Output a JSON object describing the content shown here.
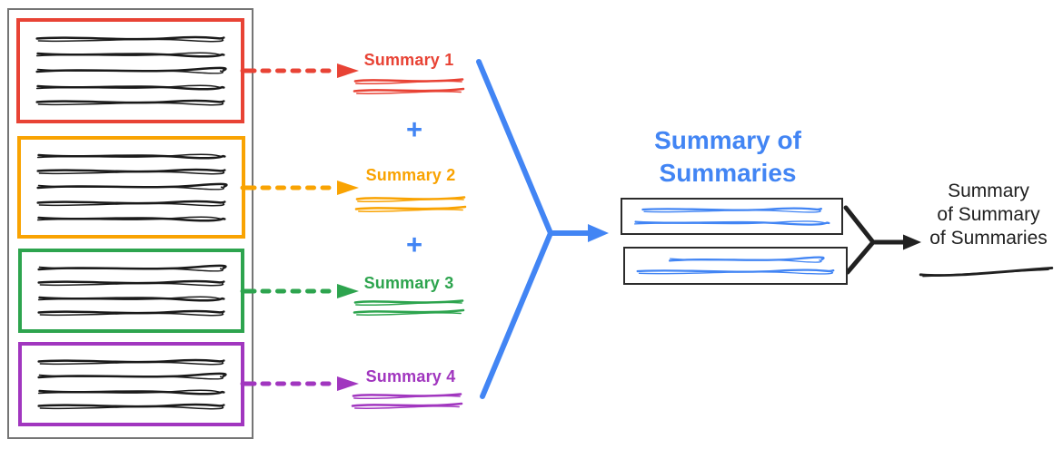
{
  "colors": {
    "red": "#e84335",
    "yellow": "#f9a302",
    "green": "#2da44e",
    "purple": "#a136bf",
    "blue": "#4285f4",
    "ink": "#212121",
    "frame": "#757575",
    "boxline": "#2b2b2b",
    "scribble": "#1a1a1a"
  },
  "diagram": {
    "source_panel": {
      "documents": [
        {
          "color": "red",
          "text_lines": 5
        },
        {
          "color": "yellow",
          "text_lines": 5
        },
        {
          "color": "green",
          "text_lines": 4
        },
        {
          "color": "purple",
          "text_lines": 4
        }
      ]
    },
    "summaries": [
      {
        "label": "Summary 1",
        "color": "red"
      },
      {
        "label": "Summary 2",
        "color": "yellow"
      },
      {
        "label": "Summary 3",
        "color": "green"
      },
      {
        "label": "Summary 4",
        "color": "purple"
      }
    ],
    "operators": {
      "plus": "+"
    },
    "summary_of_summaries": {
      "title_line1": "Summary of",
      "title_line2": "Summaries",
      "box_count": 2
    },
    "final_summary": {
      "label_line1": "Summary",
      "label_line2": "of Summary",
      "label_line3": "of Summaries"
    }
  }
}
